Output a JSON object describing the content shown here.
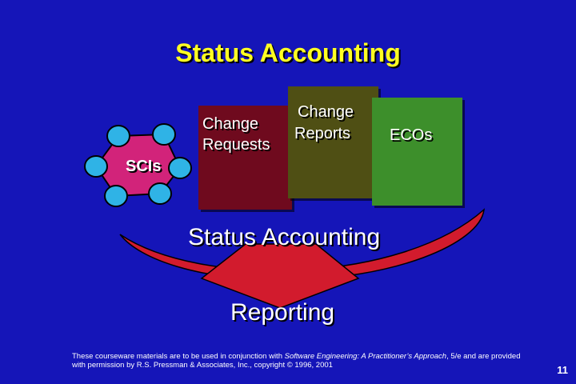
{
  "slide": {
    "title": "Status Accounting",
    "scis_label": "SCIs",
    "boxes": {
      "change_requests": {
        "line1": "Change",
        "line2": "Requests",
        "color": "#6f0a1e"
      },
      "change_reports": {
        "line1": "Change",
        "line2": "Reports",
        "color": "#4f4f14"
      },
      "ecos": {
        "label": "ECOs",
        "color": "#3d8f2b"
      }
    },
    "process_label": "Status Accounting",
    "output_label": "Reporting",
    "footer": {
      "prefix": "These courseware materials are to be used in conjunction with ",
      "book": "Software Engineering: A Practitioner’s Approach",
      "suffix": ", 5/e and are provided with permission by R.S. Pressman & Associates, Inc., copyright © 1996, 2001"
    },
    "page_number": "11",
    "colors": {
      "background": "#1515b8",
      "title": "#ffff22",
      "arrow": "#d21b2d",
      "node": "#2fb3e6",
      "network": "#d2237a"
    }
  }
}
